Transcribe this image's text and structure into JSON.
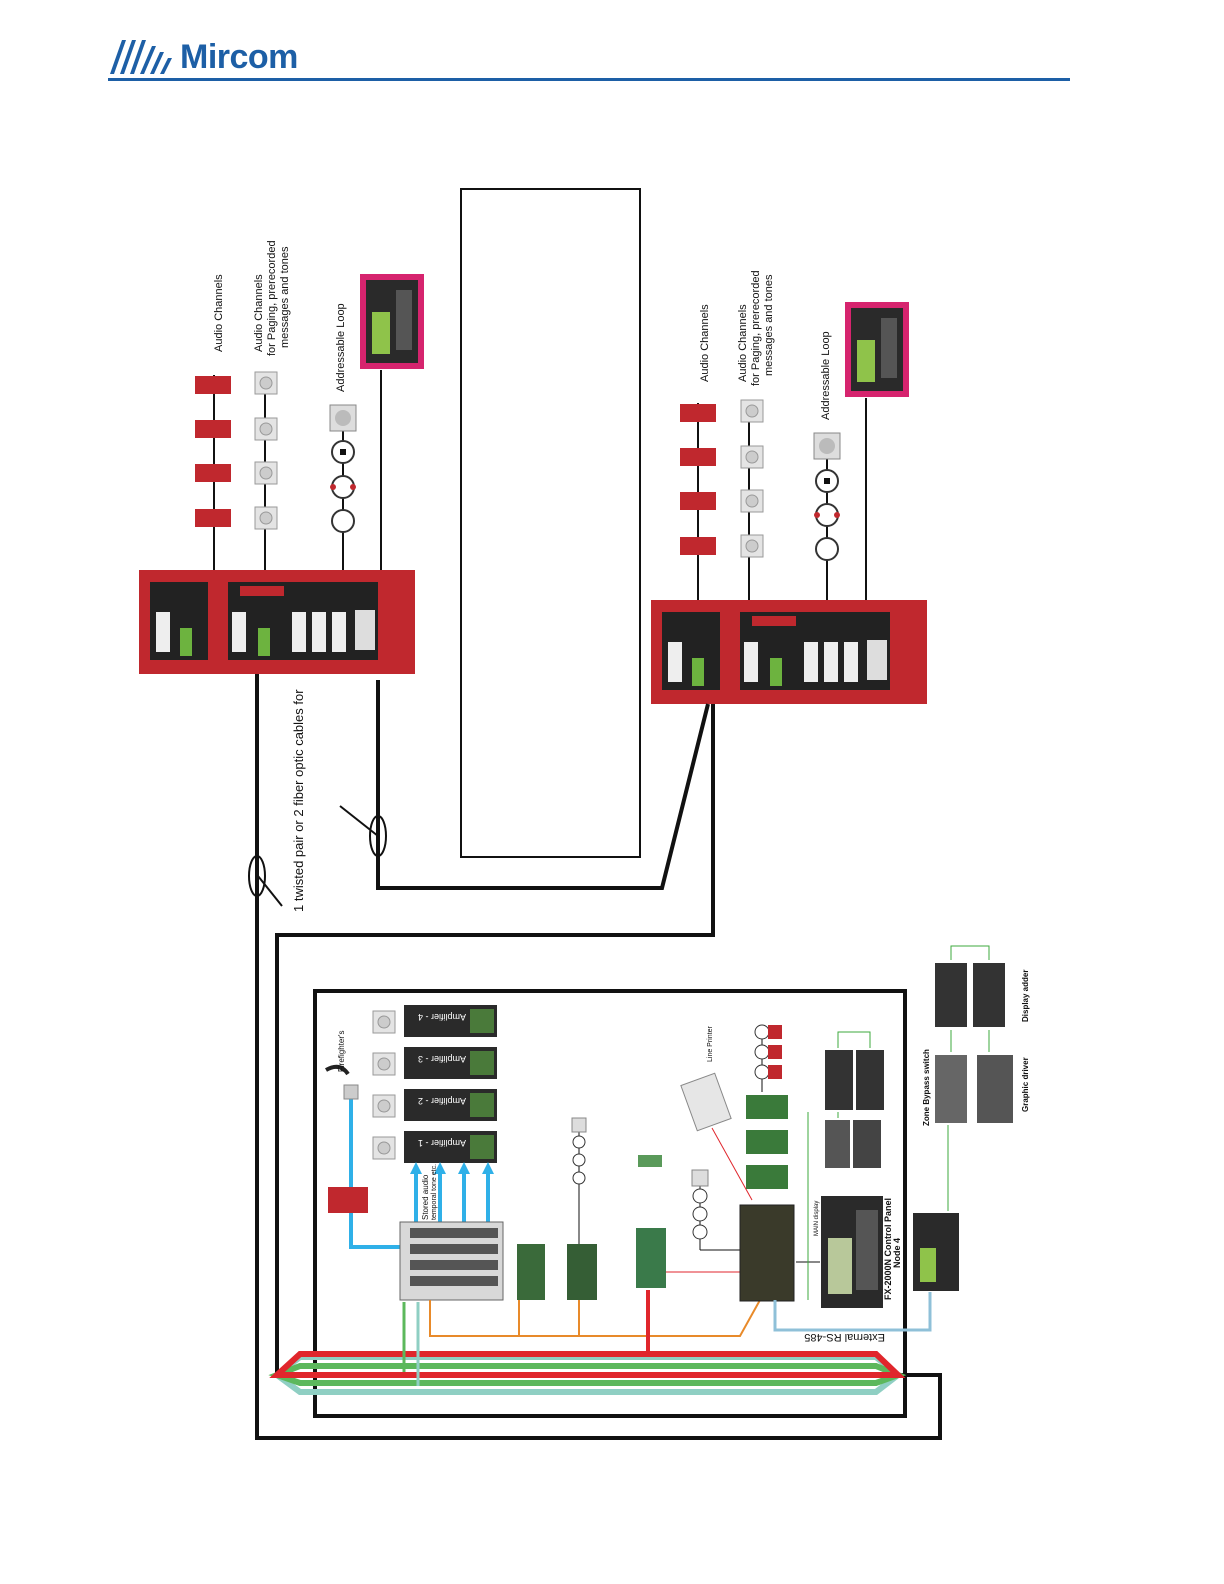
{
  "brand": {
    "name": "Mircom",
    "color": "#1d5fa6",
    "mark": "mircom-logo-stripes"
  },
  "colors": {
    "panel_red": "#c0282e",
    "annunciator_border": "#d6246e",
    "network_red": "#e0262c",
    "network_green": "#5cb85c",
    "network_teal": "#8fcfc3",
    "audio_blue": "#2fb0e8",
    "bus_orange": "#e88a2a",
    "link_green": "#3daa3d"
  },
  "nodes": {
    "top": {
      "label_audio": "Audio Channels",
      "label_paging_1": "Audio Channels",
      "label_paging_2": "for Paging, prerecorded",
      "label_paging_3": "messages and tones",
      "label_loop": "Addressable Loop"
    },
    "middle": {
      "label_audio": "Audio Channels",
      "label_paging_1": "Audio Channels",
      "label_paging_2": "for Paging, prerecorded",
      "label_paging_3": "messages and tones",
      "label_loop": "Addressable Loop"
    }
  },
  "cable_note": "1 twisted pair or 2 fiber optic cables for",
  "main_panel": {
    "amplifiers": [
      "Amplifier - 4",
      "Amplifier - 3",
      "Amplifier - 2",
      "Amplifier - 1"
    ],
    "firefighters": "Firefighter's",
    "stored_audio_1": "Stored audio",
    "stored_audio_2": "temporal tone etc.",
    "line_printer": "Line Printer",
    "main_display": "MAIN display",
    "control_panel_1": "FX-2000N Control Panel",
    "control_panel_2": "Node 4",
    "rs485": "External RS-485",
    "zone_bypass": "Zone Bypass switch",
    "graphic_driver": "Graphic driver",
    "display_adder": "Display adder"
  }
}
